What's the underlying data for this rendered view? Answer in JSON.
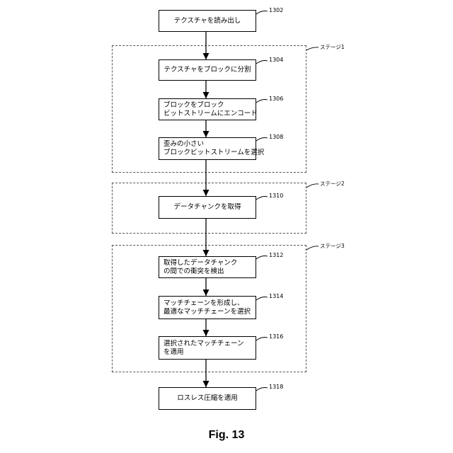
{
  "steps": [
    {
      "id": "s1302",
      "ref": "1302",
      "text": "テクスチャを読み出し"
    },
    {
      "id": "s1304",
      "ref": "1304",
      "text": "テクスチャをブロックに分割"
    },
    {
      "id": "s1306",
      "ref": "1306",
      "text": "ブロックをブロック\nビットストリームにエンコード"
    },
    {
      "id": "s1308",
      "ref": "1308",
      "text": "歪みの小さい\nブロックビットストリームを選択"
    },
    {
      "id": "s1310",
      "ref": "1310",
      "text": "データチャンクを取得"
    },
    {
      "id": "s1312",
      "ref": "1312",
      "text": "取得したデータチャンク\nの間での衝突を検出"
    },
    {
      "id": "s1314",
      "ref": "1314",
      "text": "マッチチェーンを形成し、\n最適なマッチチェーンを選択"
    },
    {
      "id": "s1316",
      "ref": "1316",
      "text": "選択されたマッチチェーン\nを適用"
    },
    {
      "id": "s1318",
      "ref": "1318",
      "text": "ロスレス圧縮を適用"
    }
  ],
  "stages": [
    {
      "label": "ステージ1"
    },
    {
      "label": "ステージ2"
    },
    {
      "label": "ステージ3"
    }
  ],
  "figure_label": "Fig. 13"
}
